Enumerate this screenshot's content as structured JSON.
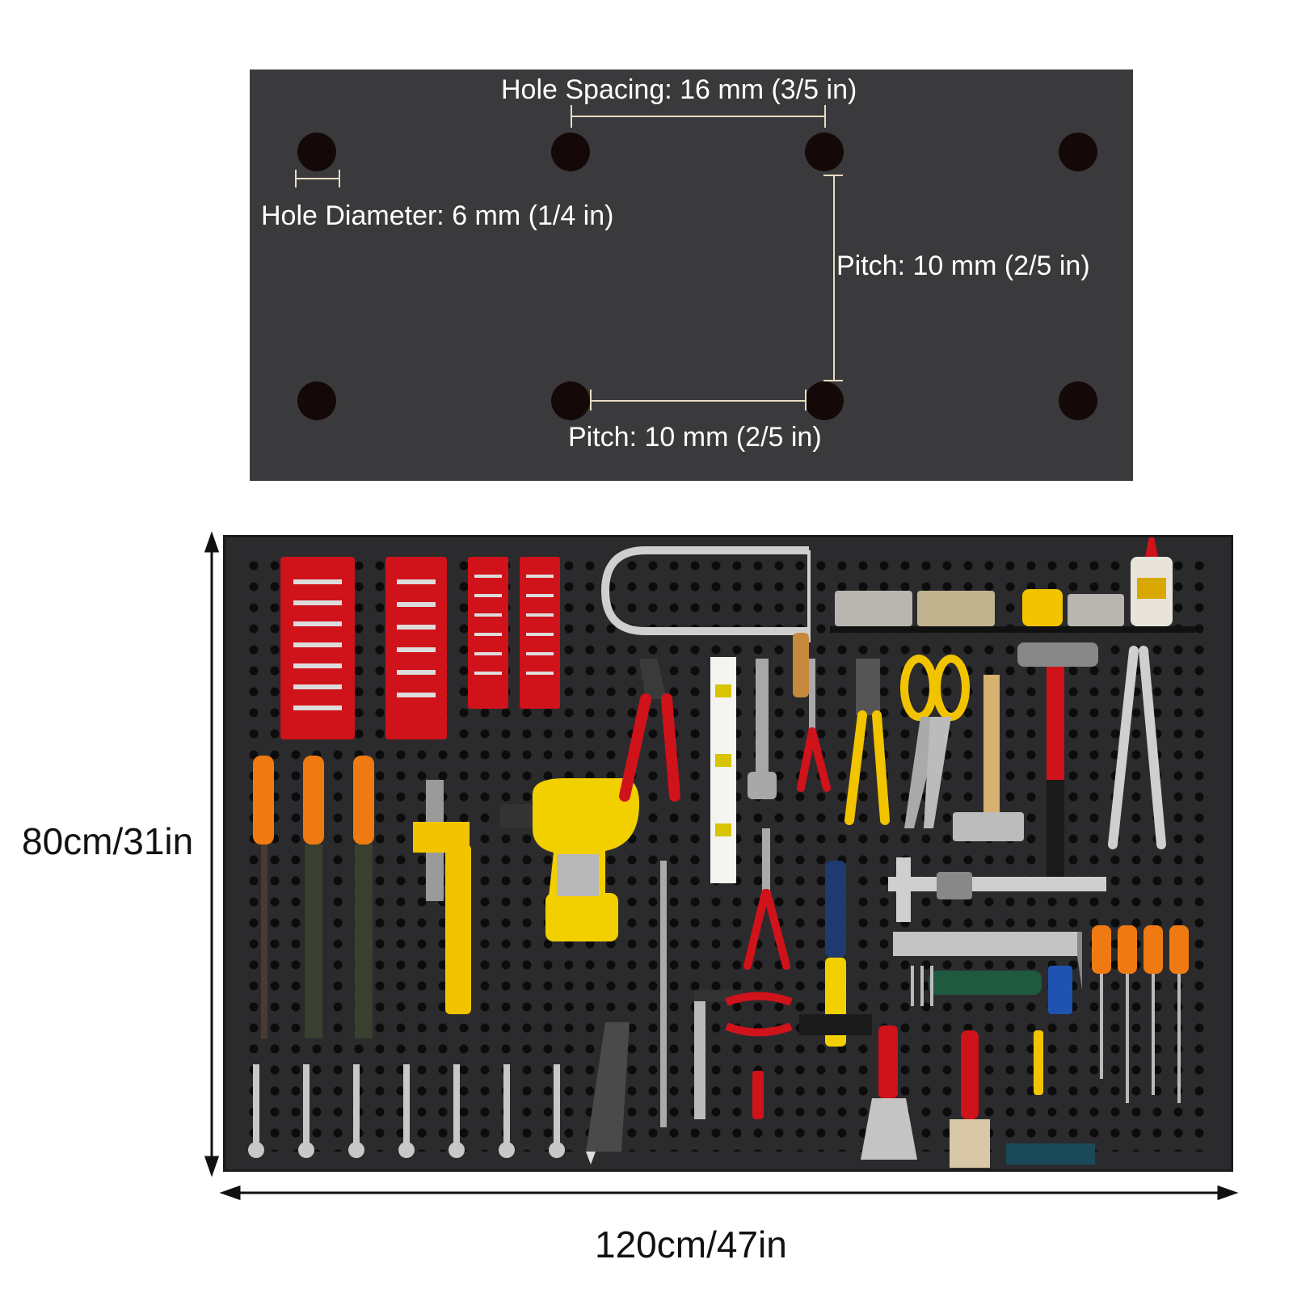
{
  "hole_detail": {
    "hole_spacing_label": "Hole Spacing: 16 mm (3/5 in)",
    "hole_diameter_label": "Hole Diameter: 6 mm (1/4 in)",
    "pitch_vertical_label": "Pitch: 10 mm (2/5 in)",
    "pitch_horizontal_label": "Pitch: 10 mm (2/5 in)",
    "panel_color": "#3a3a3c",
    "hole_color": "#140808",
    "line_color": "#e8dcc0"
  },
  "pegboard": {
    "height_label": "80cm/31in",
    "width_label": "120cm/47in",
    "board_color": "#2b2b2d",
    "accent_colors": {
      "red": "#d0121a",
      "yellow": "#f2c400",
      "orange": "#f07a12",
      "silver": "#c8c8c8"
    },
    "tools": [
      "socket-organizer",
      "coping-saw",
      "storage-shelf",
      "files",
      "pipe-wrench",
      "cordless-drill",
      "pliers",
      "spirit-level",
      "adjustable-wrench",
      "scissors",
      "hammer",
      "water-pump-pliers",
      "caliper",
      "square-ruler",
      "hex-keys",
      "screwdrivers",
      "wrenches",
      "utility-knife",
      "clamp",
      "scraper",
      "paint-brush",
      "roller",
      "glue-bottle",
      "tape-measure"
    ]
  }
}
